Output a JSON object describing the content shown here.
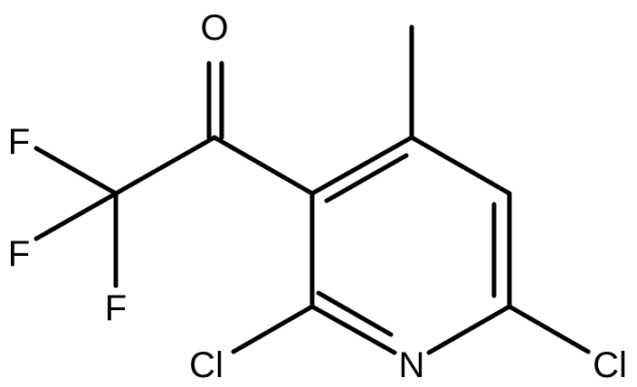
{
  "molecule": {
    "atoms": {
      "oxygen": "O",
      "fluorine_1": "F",
      "fluorine_2": "F",
      "fluorine_3": "F",
      "nitrogen": "N",
      "chlorine_left": "Cl",
      "chlorine_right": "Cl"
    }
  }
}
